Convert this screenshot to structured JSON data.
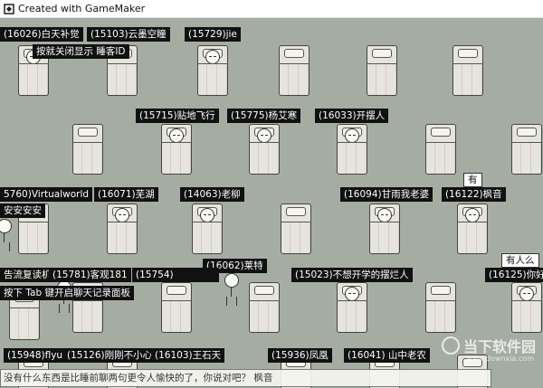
{
  "window": {
    "title": "Created with GameMaker"
  },
  "labels": {
    "l1": "(16026)白天补觉",
    "l2": "(15103)云墨空瞳",
    "l3": "(15729)jie",
    "l4": "按就关闭显示 睡客ID",
    "l5": "(15715)贴地飞行",
    "l6": "(15775)杨艾寒",
    "l7": "(16033)开摆人",
    "l8": "5760)Virtualworld",
    "l9": "(16071)芜湖",
    "l10": "(14063)老柳",
    "l11": "(16094)甘雨我老婆",
    "l12": "(16122)枫音",
    "l13": "安安安安",
    "l14": "(16062)莱特",
    "l15": "告流复读机",
    "l16": "(15781)客观181",
    "l17": "(15754)",
    "l18": "(15023)不想开学的摆烂人",
    "l19": "(16125)你好",
    "l20": "按下 Tab 键开启聊天记录面板",
    "l21": "(15948)flyu",
    "l22": "(15126)刚刚不小心退出了",
    "l23": "(16103)王石天",
    "l24": "(15936)凤凰",
    "l25": "(16041) 山中老农"
  },
  "bubbles": {
    "b1": "有",
    "b2": "有人么"
  },
  "chat": {
    "input_text": "没有什么东西是比睡前聊两句更令人愉快的了，你说对吧？ 枫音"
  },
  "watermark": {
    "title": "当下软件园",
    "sub": "www.downxia.com"
  }
}
